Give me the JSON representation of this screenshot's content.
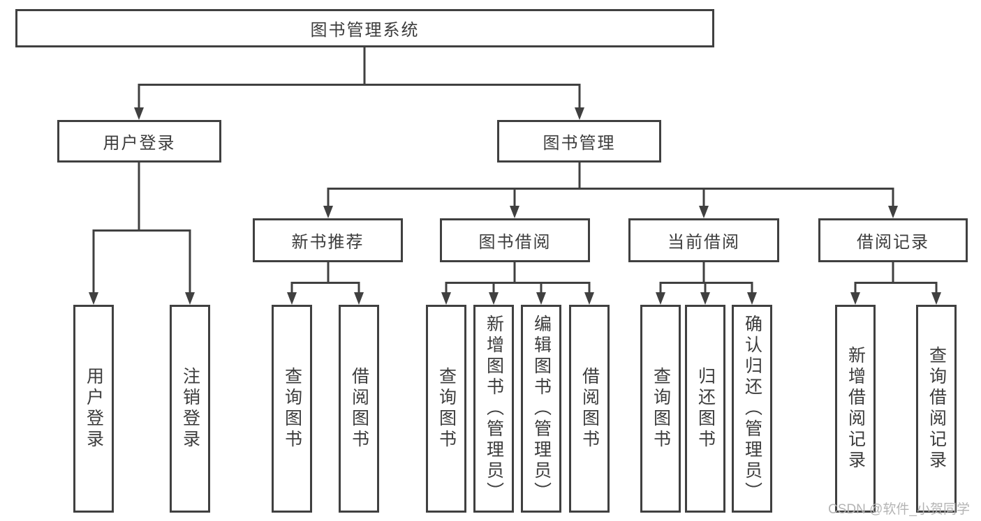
{
  "colors": {
    "line": "#404040",
    "text": "#3c3c3c",
    "watermark": "#b4b4b4",
    "background": "#ffffff"
  },
  "diagram": {
    "root": {
      "label": "图书管理系统"
    },
    "level2": [
      {
        "label": "用户登录"
      },
      {
        "label": "图书管理"
      }
    ],
    "level3": [
      {
        "label": "新书推荐"
      },
      {
        "label": "图书借阅"
      },
      {
        "label": "当前借阅"
      },
      {
        "label": "借阅记录"
      }
    ],
    "leaves": {
      "login": [
        {
          "label": "用户登录"
        },
        {
          "label": "注销登录"
        }
      ],
      "recommend": [
        {
          "label": "查询图书"
        },
        {
          "label": "借阅图书"
        }
      ],
      "borrow": [
        {
          "label": "查询图书"
        },
        {
          "label": "新增图书（管理员）"
        },
        {
          "label": "编辑图书（管理员）"
        },
        {
          "label": "借阅图书"
        }
      ],
      "current": [
        {
          "label": "查询图书"
        },
        {
          "label": "归还图书"
        },
        {
          "label": "确认归还（管理员）"
        }
      ],
      "records": [
        {
          "label": "新增借阅记录"
        },
        {
          "label": "查询借阅记录"
        }
      ]
    }
  },
  "watermark": {
    "text": "CSDN @软件_小贺同学"
  }
}
